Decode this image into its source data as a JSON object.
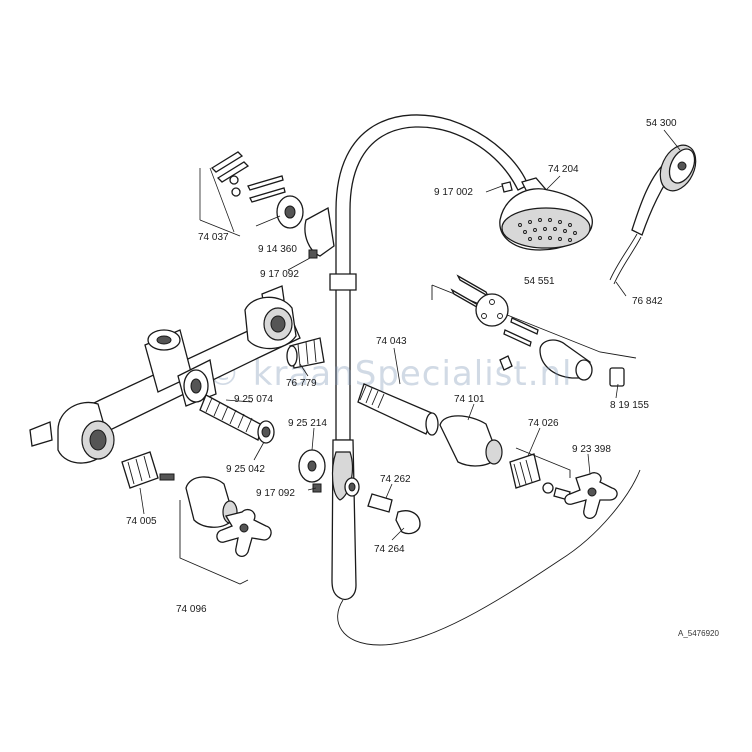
{
  "diagram": {
    "part_labels": {
      "p54300": "54 300",
      "p74204": "74 204",
      "p917002": "9 17 002",
      "p74037": "74 037",
      "p914360": "9 14 360",
      "p917092a": "9 17 092",
      "p76842": "76 842",
      "p54551": "54 551",
      "p74043": "74 043",
      "p76779": "76 779",
      "p925074": "9 25 074",
      "p925214": "9 25 214",
      "p74101": "74 101",
      "p819155": "8 19 155",
      "p74026": "74 026",
      "p923398": "9 23 398",
      "p925042": "9 25 042",
      "p917092b": "9 17 092",
      "p74262": "74 262",
      "p74005": "74 005",
      "p74264": "74 264",
      "p74096": "74 096"
    },
    "reference_code": "A_5476920",
    "watermark": "© kraanSpecialist.nl"
  },
  "colors": {
    "line": "#1a1a1a",
    "part_fill": "#ffffff",
    "shade": "#d8d8d8",
    "watermark": "#7a96b4"
  }
}
